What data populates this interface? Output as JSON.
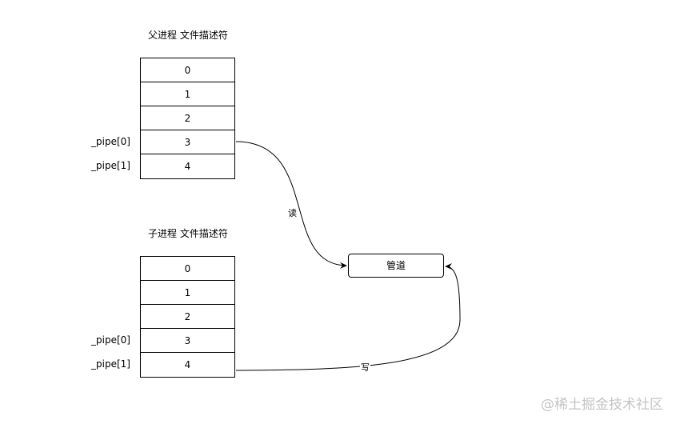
{
  "parent": {
    "title": "父进程 文件描述符",
    "rows": [
      "0",
      "1",
      "2",
      "3",
      "4"
    ],
    "labels": {
      "pipe0": "_pipe[0]",
      "pipe1": "_pipe[1]"
    }
  },
  "child": {
    "title": "子进程 文件描述符",
    "rows": [
      "0",
      "1",
      "2",
      "3",
      "4"
    ],
    "labels": {
      "pipe0": "_pipe[0]",
      "pipe1": "_pipe[1]"
    }
  },
  "pipe": {
    "label": "管道"
  },
  "edges": {
    "read": "读",
    "write": "写"
  },
  "watermark": "@稀土掘金技术社区"
}
